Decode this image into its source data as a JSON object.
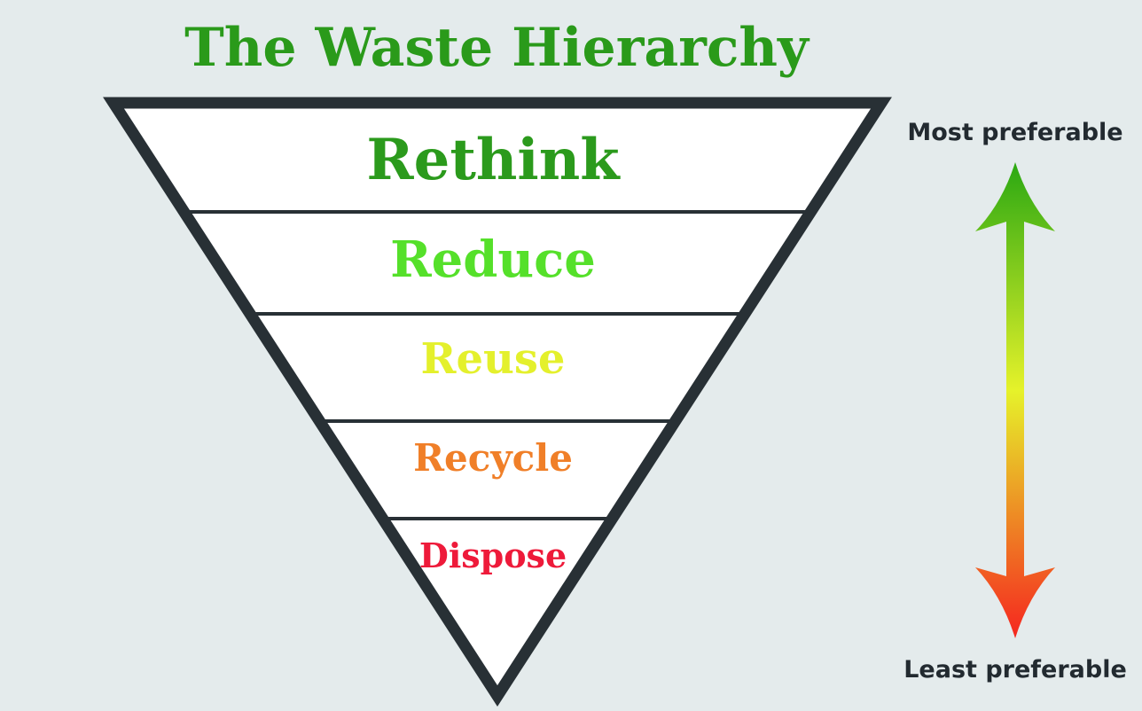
{
  "title": "The Waste Hierarchy",
  "levels": [
    {
      "label": "Rethink",
      "color": "#2b9a1c"
    },
    {
      "label": "Reduce",
      "color": "#55e02a"
    },
    {
      "label": "Reuse",
      "color": "#e4f02c"
    },
    {
      "label": "Recycle",
      "color": "#f07f28"
    },
    {
      "label": "Dispose",
      "color": "#ee1a3a"
    }
  ],
  "scale": {
    "top_label": "Most preferable",
    "bottom_label": "Least preferable",
    "colors": {
      "top": "#2aa812",
      "middle": "#e6f22a",
      "bottom": "#f5261f"
    }
  },
  "colors": {
    "title": "#2a9a1a",
    "outline": "#283035",
    "background": "#e4ebec"
  }
}
